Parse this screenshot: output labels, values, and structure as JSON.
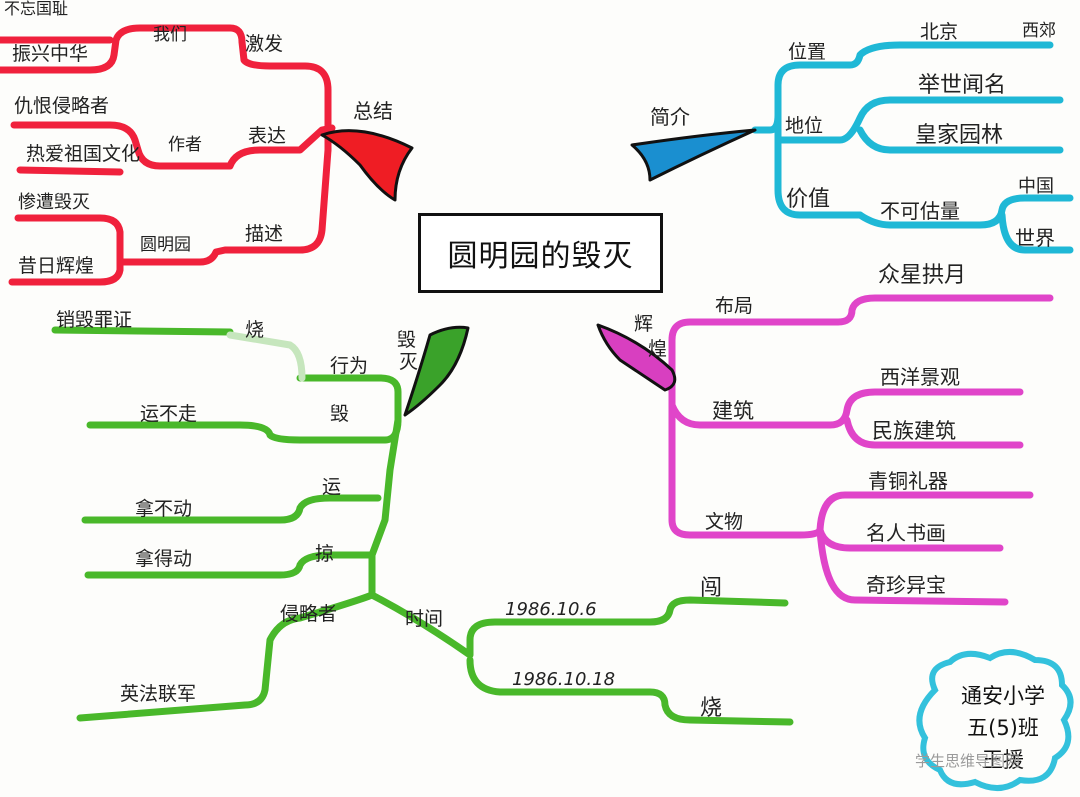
{
  "center_title": "圆明园的毁灭",
  "branches": {
    "summary": {
      "label": "总结",
      "color": "#f0213c",
      "children": {
        "inspire": {
          "label": "激发",
          "sub": "我们",
          "leaves": [
            "不忘国耻",
            "振兴中华"
          ]
        },
        "express": {
          "label": "表达",
          "sub": "作者",
          "leaves": [
            "仇恨侵略者",
            "热爱祖国文化"
          ]
        },
        "describe": {
          "label": "描述",
          "sub": "圆明园",
          "leaves": [
            "惨遭毁灭",
            "昔日辉煌"
          ]
        }
      }
    },
    "intro": {
      "label": "简介",
      "color": "#1fb8d6",
      "children": {
        "location": {
          "label": "位置",
          "value": "北京",
          "detail": "西郊"
        },
        "status": {
          "label": "地位",
          "values": [
            "举世闻名",
            "皇家园林"
          ]
        },
        "worth": {
          "label": "价值",
          "value": "不可估量",
          "leaves": [
            "中国",
            "世界"
          ]
        }
      }
    },
    "destroy": {
      "label": "毁灭",
      "color": "#49b82a",
      "children": {
        "action": {
          "label": "行为",
          "sub": "烧",
          "leaf": "销毁罪证"
        },
        "ruin": {
          "label": "毁",
          "leaf": "运不走"
        },
        "carry": {
          "label": "运",
          "leaf": "拿不动"
        },
        "loot": {
          "label": "掠",
          "leaf": "拿得动"
        },
        "invader": {
          "label": "侵略者",
          "leaf": "英法联军"
        },
        "time": {
          "label": "时间",
          "dates": [
            "1986.10.6",
            "1986.10.18"
          ],
          "events": [
            "闯",
            "烧"
          ]
        }
      }
    },
    "glory": {
      "label": "辉煌",
      "color": "#e045c9",
      "children": {
        "layout": {
          "label": "布局",
          "leaf": "众星拱月"
        },
        "building": {
          "label": "建筑",
          "leaves": [
            "西洋景观",
            "民族建筑"
          ]
        },
        "relics": {
          "label": "文物",
          "leaves": [
            "青铜礼器",
            "名人书画",
            "奇珍异宝"
          ]
        }
      }
    }
  },
  "school": {
    "line1": "通安小学",
    "line2": "五(5)班",
    "name": "王援"
  },
  "watermark": "学生思维导图网"
}
